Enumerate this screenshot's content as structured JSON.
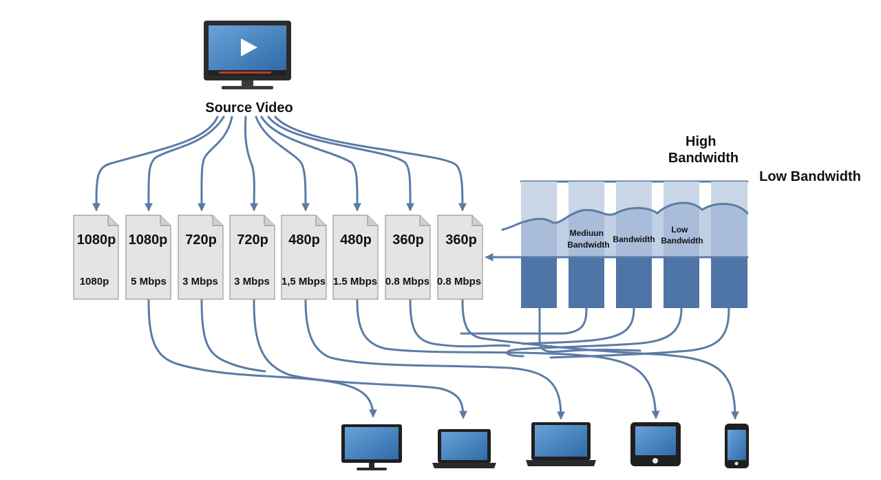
{
  "source": {
    "label": "Source Video"
  },
  "renditions": [
    {
      "resolution": "1080p",
      "bitrate": "1080p"
    },
    {
      "resolution": "1080p",
      "bitrate": "5 Mbps"
    },
    {
      "resolution": "720p",
      "bitrate": "3 Mbps"
    },
    {
      "resolution": "720p",
      "bitrate": "3 Mbps"
    },
    {
      "resolution": "480p",
      "bitrate": "1,5 Mbps"
    },
    {
      "resolution": "480p",
      "bitrate": "1.5 Mbps"
    },
    {
      "resolution": "360p",
      "bitrate": "0.8 Mbps"
    },
    {
      "resolution": "360p",
      "bitrate": "0.8 Mbps"
    }
  ],
  "bandwidth": {
    "high_label": "High\nBandwidth",
    "low_label": "Low Bandwidth",
    "bar_labels": [
      "Mediuun\nBandwidth",
      "Bandwidth",
      "Low\nBandwidth"
    ]
  },
  "devices": [
    "monitor-icon",
    "laptop-icon",
    "laptop-icon",
    "tablet-icon",
    "smartphone-icon"
  ],
  "colors": {
    "arrow": "#5a7ba6",
    "bar_light": "#c9d6e6",
    "bar_dark": "#4f75a6",
    "screen": "#4a86c5",
    "paper": "#e4e4e4"
  }
}
